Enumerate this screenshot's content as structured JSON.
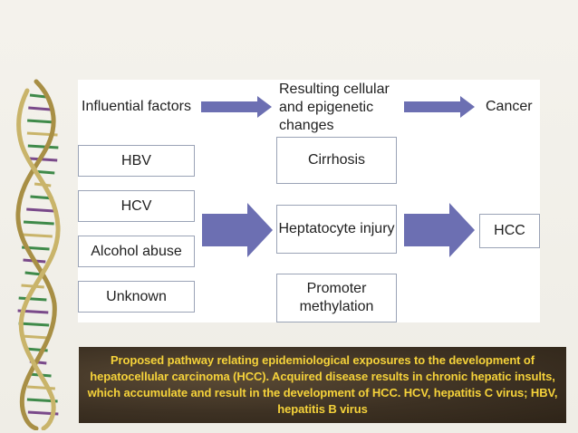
{
  "headers": {
    "factors": "Influential factors",
    "changes": "Resulting cellular and epigenetic changes",
    "cancer": "Cancer"
  },
  "factors": [
    "HBV",
    "HCV",
    "Alcohol abuse",
    "Unknown"
  ],
  "changes": [
    "Cirrhosis",
    "Heptatocyte injury",
    "Promoter methylation"
  ],
  "outcome": "HCC",
  "caption": "Proposed pathway relating epidemiological exposures to the development of hepatocellular carcinoma (HCC). Acquired disease results in chronic hepatic insults, which accumulate and result in the development of HCC. HCV, hepatitis C virus; HBV, hepatitis B virus",
  "colors": {
    "arrow": "#6c6fb2",
    "box_border": "#9aa3b6",
    "caption_text": "#f5d23a"
  }
}
